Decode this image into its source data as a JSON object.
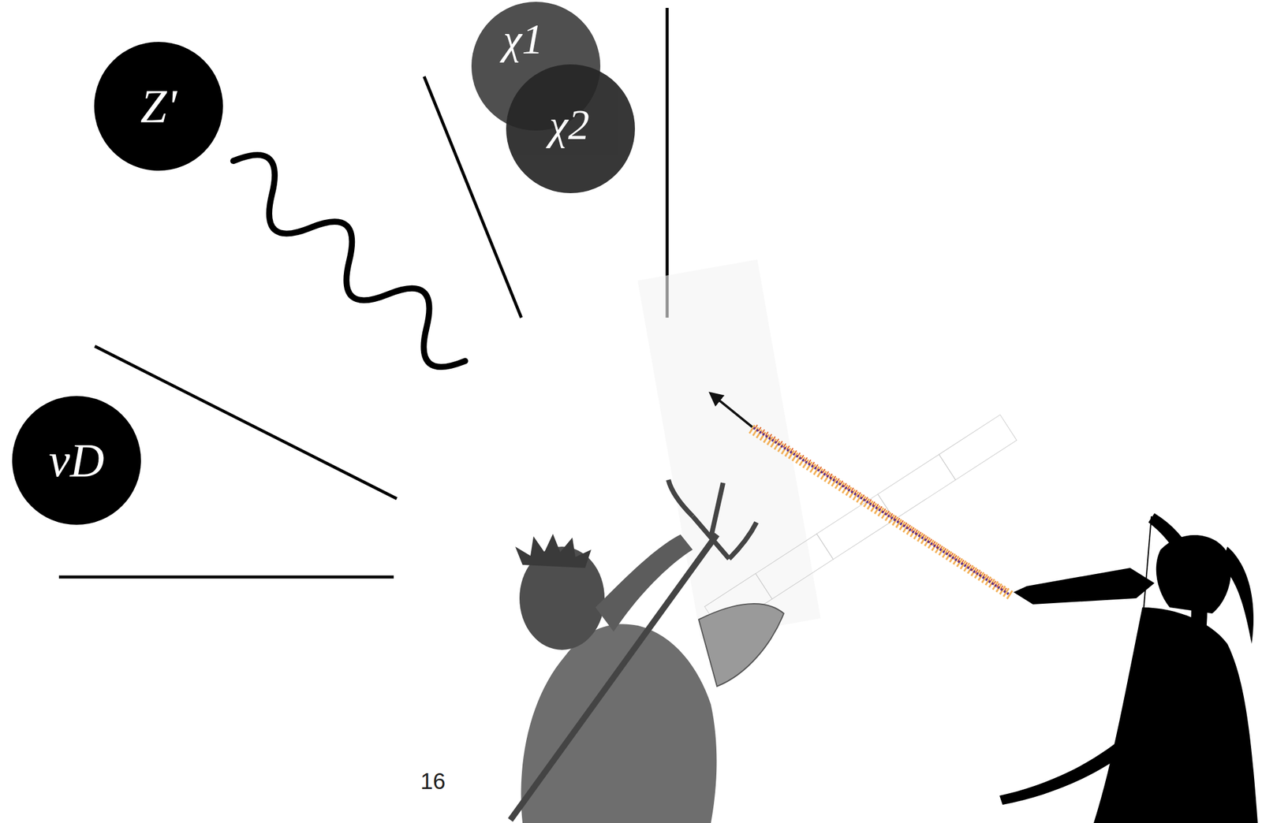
{
  "diagram": {
    "nodes": [
      {
        "text": [
          "Z'"
        ]
      },
      {
        "text": [
          "χ1"
        ]
      },
      {
        "text": [
          "χ2"
        ]
      },
      {
        "text": [
          "νD"
        ]
      }
    ],
    "labels": [
      "16"
    ]
  }
}
